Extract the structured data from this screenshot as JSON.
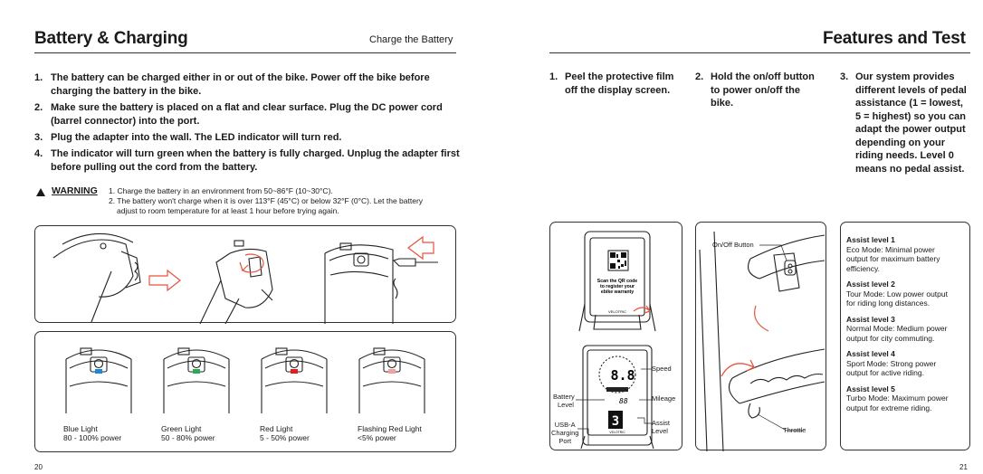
{
  "left": {
    "title": "Battery & Charging",
    "section": "Charge the Battery",
    "steps": [
      {
        "num": "1.",
        "text": "The battery can be charged either in or out of the bike. Power off the bike before charging the battery in the bike."
      },
      {
        "num": "2.",
        "text": "Make sure the battery is placed on a flat and clear surface. Plug the DC power cord (barrel connector) into the port."
      },
      {
        "num": "3.",
        "text": "Plug the adapter into the wall. The LED indicator will turn red."
      },
      {
        "num": "4.",
        "text": "The indicator will turn green when the battery is fully charged. Unplug the adapter first before pulling out the cord from the battery."
      }
    ],
    "warning": {
      "label": "WARNING",
      "line1": "1. Charge the battery in an environment from 50~86°F (10~30°C).",
      "line2": "2. The battery won't charge when it is over 113°F (45°C) or below 32°F (0°C). Let the battery",
      "line3": "adjust to room temperature for at least 1 hour before trying again."
    },
    "lights": [
      {
        "name": "Blue Light",
        "range": "80 - 100% power",
        "color": "#1e88d8"
      },
      {
        "name": "Green Light",
        "range": "50 - 80% power",
        "color": "#2eaa55"
      },
      {
        "name": "Red Light",
        "range": "5 - 50% power",
        "color": "#e02020"
      },
      {
        "name": "Flashing Red Light",
        "range": "<5% power",
        "color": "#f0a0a0"
      }
    ],
    "page_number": "20"
  },
  "right": {
    "title": "Features and Test",
    "steps": [
      {
        "num": "1.",
        "lines": [
          "Peel the protective film",
          "off the display screen."
        ]
      },
      {
        "num": "2.",
        "lines": [
          "Hold the on/off button",
          "to power on/off the",
          "bike."
        ]
      },
      {
        "num": "3.",
        "lines": [
          "Our system provides",
          "different levels of pedal",
          "assistance (1 = lowest,",
          "5 = highest) so you can",
          "adapt the power output",
          "depending on your",
          "riding needs. Level 0",
          "means no pedal assist."
        ]
      }
    ],
    "display": {
      "qr_text": [
        "Scan the QR code",
        "to register your",
        "ebike warranty"
      ],
      "brand": "VELOTRIC",
      "speed_digits": "8.8",
      "mileage_digits": "88",
      "level_digit": "3",
      "label_speed": "Speed",
      "label_mileage": "Mileage",
      "label_battery": [
        "Battery",
        "Level"
      ],
      "label_assist": [
        "Assist",
        "Level"
      ],
      "label_usb": [
        "USB-A",
        "Charging",
        "Port"
      ]
    },
    "handlebar": {
      "label_onoff": "On/Off Button",
      "label_throttle": "Throttle"
    },
    "assist_levels": [
      {
        "heading": "Assist level 1",
        "desc": [
          "Eco Mode: Minimal power",
          "output for maximum battery",
          "efficiency."
        ]
      },
      {
        "heading": "Assist level 2",
        "desc": [
          "Tour Mode: Low power output",
          "for riding long distances."
        ]
      },
      {
        "heading": "Assist level 3",
        "desc": [
          "Normal Mode: Medium power",
          "output for city commuting."
        ]
      },
      {
        "heading": "Assist level 4",
        "desc": [
          "Sport Mode: Strong power",
          "output for active riding."
        ]
      },
      {
        "heading": "Assist level 5",
        "desc": [
          "Turbo Mode: Maximum power",
          "output for extreme riding."
        ]
      }
    ],
    "page_number": "21"
  },
  "colors": {
    "text": "#1a1a1a",
    "rule": "#333333",
    "arrow": "#e5533d"
  }
}
